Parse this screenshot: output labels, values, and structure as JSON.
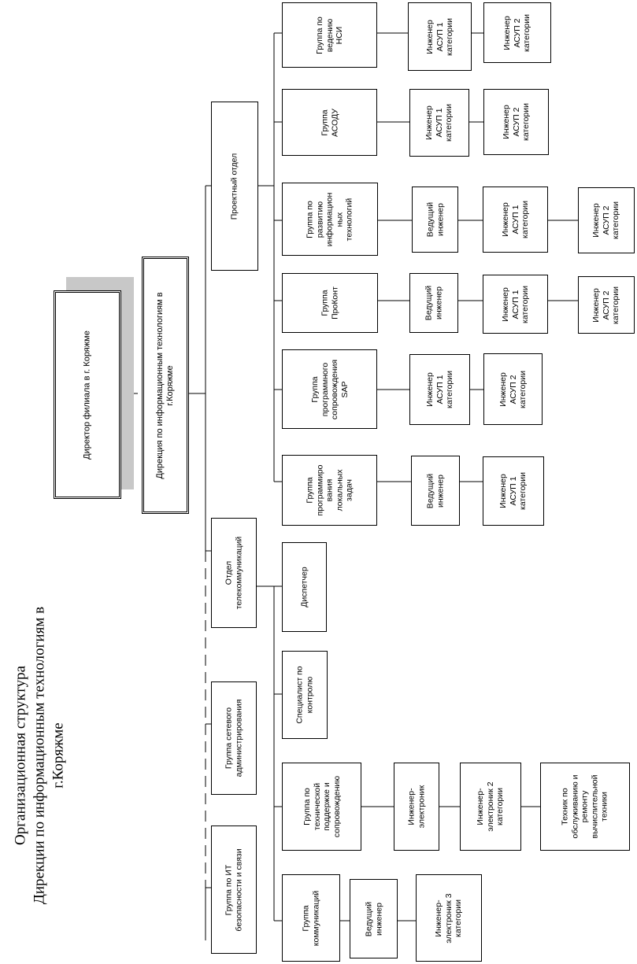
{
  "title": "Организационная структура\nДирекции по информационным технологиям в\nг.Коряжме",
  "nodes": {
    "director": "Директор филиала в г. Коряжме",
    "directorate": "Дирекция по информационным технологиям в\nг.Коряжме",
    "project_dept": "Проектный отдел",
    "telecom_dept": "Отдел\nтелекоммуникаций",
    "network_admin": "Группа сетевого\nадминистрирования",
    "security_group": "Группа по ИТ\nбезопасности  и связи",
    "nsi_group": "Группа по\nведению\nНСИ",
    "nsi_eng1": "Инженер\nАСУП 1\nкатегории",
    "nsi_eng2": "Инженер\nАСУП 2\nкатегории",
    "asodu_group": "Группа\nАСОДУ",
    "asodu_eng1": "Инженер\nАСУП 1\nкатегории",
    "asodu_eng2": "Инженер\nАСУП 2\nкатегории",
    "it_dev_group": "Группа по\nразвитию\nинформацион\nных\nтехнологий",
    "it_dev_lead": "Ведущий\nинженер",
    "it_dev_eng1": "Инженер\nАСУП 1\nкатегории",
    "it_dev_eng2": "Инженер\nАСУП 2\nкатегории",
    "prokont_group": "Группа\nПроКонт",
    "prokont_lead": "Ведущий\nинженер",
    "prokont_eng1": "Инженер\nАСУП 1\nкатегории",
    "prokont_eng2": "Инженер\nАСУП 2\nкатегории",
    "sap_group": "Группа\nпрограммного\nсопровождения\nSAP",
    "sap_eng1": "Инженер\nАСУП 1\nкатегории",
    "sap_eng2": "Инженер\nАСУП 2\nкатегории",
    "local_group": "Группа\nпрограммиро\nвания\nлокальных\nзадач",
    "local_lead": "Ведущий\nинженер",
    "local_eng1": "Инженер\nАСУП 1\nкатегории",
    "dispatcher": "Диспетчер",
    "control_spec": "Специалист по\nконтролю",
    "support_group": "Группа по\nтехнической\nподдержке и\nсопровождению",
    "support_electronic": "Инженер-\nэлектроник",
    "support_electronic2": "Инженер-\nэлектроник 2\nкатегории",
    "support_tech": "Техник по\nобслуживанию  и\nремонту\nвычислительной\nтехники",
    "comm_group": "Группа\nкоммуникаций",
    "comm_lead": "Ведущий\nинженер",
    "comm_electronic3": "Инженер-\nэлектроник 3\nкатегории"
  }
}
